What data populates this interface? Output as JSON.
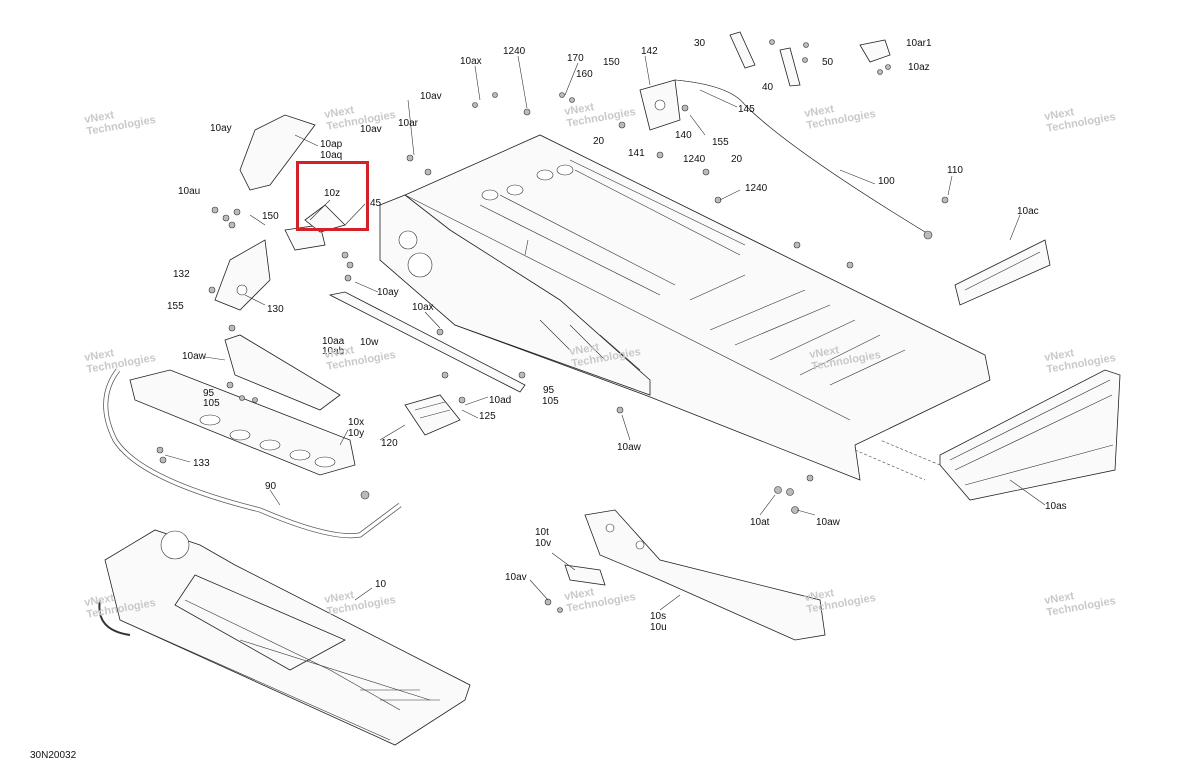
{
  "diagram": {
    "reference": "30N20032",
    "watermark": {
      "line1": "vNext",
      "line2": "Technologies"
    },
    "highlight_color": "#d62027",
    "callouts": [
      {
        "id": "c-10ay-a",
        "text": "10ay"
      },
      {
        "id": "c-10ap",
        "text": "10ap"
      },
      {
        "id": "c-10aq",
        "text": "10aq"
      },
      {
        "id": "c-10au",
        "text": "10au"
      },
      {
        "id": "c-150-a",
        "text": "150"
      },
      {
        "id": "c-10z",
        "text": "10z"
      },
      {
        "id": "c-45",
        "text": "45"
      },
      {
        "id": "c-132",
        "text": "132"
      },
      {
        "id": "c-155-a",
        "text": "155"
      },
      {
        "id": "c-130",
        "text": "130"
      },
      {
        "id": "c-10av-a",
        "text": "10av"
      },
      {
        "id": "c-10av-b",
        "text": "10av"
      },
      {
        "id": "c-10ar",
        "text": "10ar"
      },
      {
        "id": "c-10ax-a",
        "text": "10ax"
      },
      {
        "id": "c-1240-a",
        "text": "1240"
      },
      {
        "id": "c-170",
        "text": "170"
      },
      {
        "id": "c-160",
        "text": "160"
      },
      {
        "id": "c-150-b",
        "text": "150"
      },
      {
        "id": "c-142",
        "text": "142"
      },
      {
        "id": "c-30",
        "text": "30"
      },
      {
        "id": "c-50",
        "text": "50"
      },
      {
        "id": "c-40",
        "text": "40"
      },
      {
        "id": "c-10ar1",
        "text": "10ar1"
      },
      {
        "id": "c-10az",
        "text": "10az"
      },
      {
        "id": "c-145",
        "text": "145"
      },
      {
        "id": "c-20-a",
        "text": "20"
      },
      {
        "id": "c-140",
        "text": "140"
      },
      {
        "id": "c-155-b",
        "text": "155"
      },
      {
        "id": "c-141",
        "text": "141"
      },
      {
        "id": "c-1240-b",
        "text": "1240"
      },
      {
        "id": "c-20-b",
        "text": "20"
      },
      {
        "id": "c-1240-c",
        "text": "1240"
      },
      {
        "id": "c-100",
        "text": "100"
      },
      {
        "id": "c-110",
        "text": "110"
      },
      {
        "id": "c-10ac",
        "text": "10ac"
      },
      {
        "id": "c-10ay-b",
        "text": "10ay"
      },
      {
        "id": "c-10ax-b",
        "text": "10ax"
      },
      {
        "id": "c-10aa",
        "text": "10aa"
      },
      {
        "id": "c-10ab",
        "text": "10ab"
      },
      {
        "id": "c-10w",
        "text": "10w"
      },
      {
        "id": "c-10aw-a",
        "text": "10aw"
      },
      {
        "id": "c-95-a",
        "text": "95"
      },
      {
        "id": "c-105-a",
        "text": "105"
      },
      {
        "id": "c-95-b",
        "text": "95"
      },
      {
        "id": "c-105-b",
        "text": "105"
      },
      {
        "id": "c-10ad",
        "text": "10ad"
      },
      {
        "id": "c-125",
        "text": "125"
      },
      {
        "id": "c-120",
        "text": "120"
      },
      {
        "id": "c-10x",
        "text": "10x"
      },
      {
        "id": "c-10y",
        "text": "10y"
      },
      {
        "id": "c-133",
        "text": "133"
      },
      {
        "id": "c-90",
        "text": "90"
      },
      {
        "id": "c-10aw-b",
        "text": "10aw"
      },
      {
        "id": "c-10at",
        "text": "10at"
      },
      {
        "id": "c-10aw-c",
        "text": "10aw"
      },
      {
        "id": "c-10as",
        "text": "10as"
      },
      {
        "id": "c-10t",
        "text": "10t"
      },
      {
        "id": "c-10v",
        "text": "10v"
      },
      {
        "id": "c-10av-c",
        "text": "10av"
      },
      {
        "id": "c-10s",
        "text": "10s"
      },
      {
        "id": "c-10u",
        "text": "10u"
      },
      {
        "id": "c-10",
        "text": "10"
      }
    ]
  }
}
